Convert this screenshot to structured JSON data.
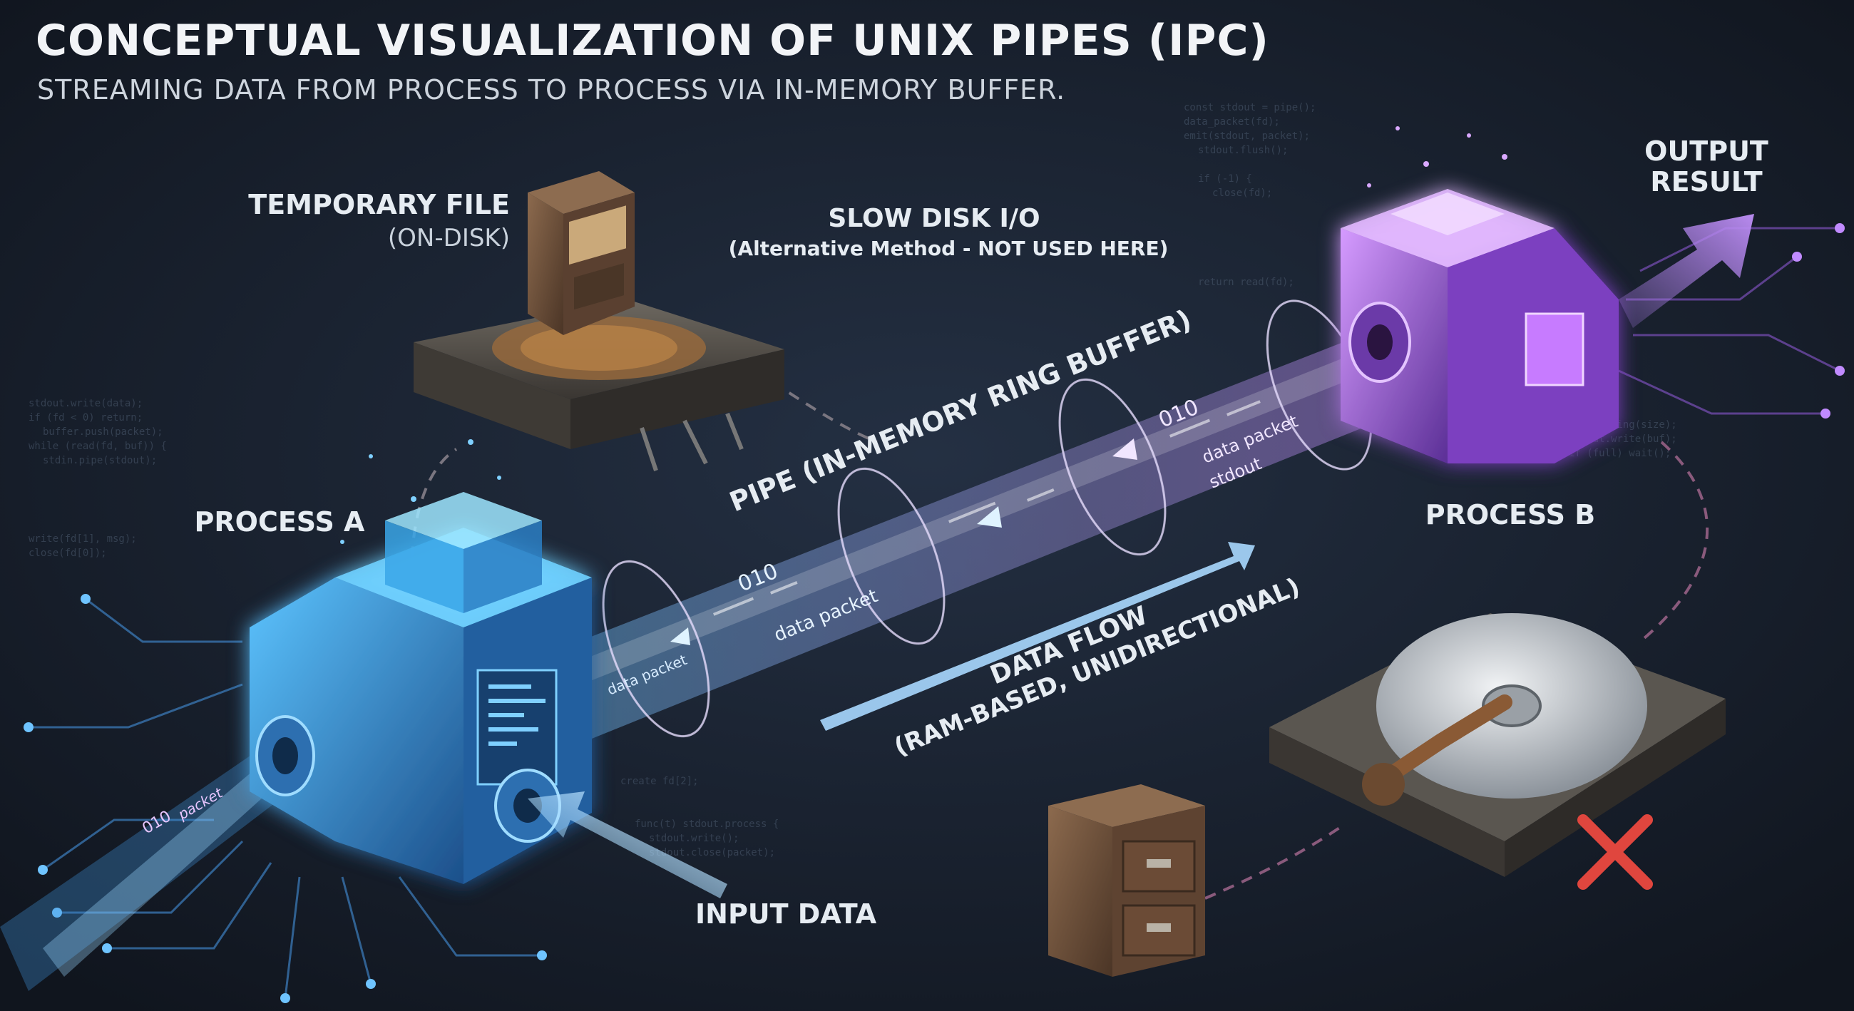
{
  "header": {
    "title": "CONCEPTUAL VISUALIZATION OF UNIX PIPES (IPC)",
    "subtitle": "STREAMING DATA FROM PROCESS TO PROCESS VIA IN-MEMORY BUFFER."
  },
  "labels": {
    "temp_file": "TEMPORARY FILE",
    "temp_file_sub": "(ON-DISK)",
    "slow_disk": "SLOW DISK I/O",
    "slow_disk_sub": "(Alternative Method - NOT USED HERE)",
    "process_a": "PROCESS A",
    "process_b": "PROCESS B",
    "output_line1": "OUTPUT",
    "output_line2": "RESULT",
    "pipe": "PIPE (IN-MEMORY RING BUFFER)",
    "data_flow": "DATA FLOW",
    "data_flow_sub": "(RAM-BASED, UNIDIRECTIONAL)",
    "input_data": "INPUT DATA"
  },
  "packets": {
    "p1_bits": "010",
    "p1_label": "packet",
    "p2_label": "data packet",
    "p3_bits": "010",
    "p3_label": "data packet",
    "p4_bits": "010",
    "p4_label1": "data packet",
    "p4_label2": "stdout"
  },
  "colors": {
    "process_a": "#3fa9f5",
    "process_b": "#b56cf0",
    "rust": "#7a5238",
    "danger": "#e0463e"
  }
}
